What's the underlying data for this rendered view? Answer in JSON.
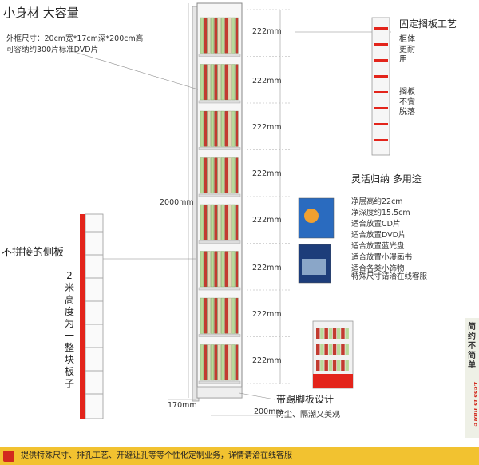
{
  "intro": {
    "headline": "小身材 大容量",
    "spec_line1": "外框尺寸：20cm宽*17cm深*200cm高",
    "spec_line2": "可容纳约300片标准DVD片"
  },
  "dimensions": {
    "shelf_gap": "222mm",
    "total_height": "2000mm",
    "depth": "170mm",
    "width": "200mm"
  },
  "fixed_shelf": {
    "title": "固定搁板工艺",
    "note_part1": "柜体更耐用",
    "note_part2": "搁板不宜脱落"
  },
  "storage": {
    "title": "灵活归纳 多用途",
    "items": [
      "净层高约22cm",
      "净深度约15.5cm",
      "适合放置CD片",
      "适合放置DVD片",
      "适合放置蓝光盘",
      "适合放置小漫画书",
      "适合各类小饰物"
    ],
    "special_note": "特殊尺寸请洽在线客服"
  },
  "side_panel": {
    "title": "不拼接的侧板",
    "vertical_note": "2米高度为一整块板子"
  },
  "baseboard": {
    "title": "带踢脚板设计",
    "subtitle": "防尘、隔潮又美观"
  },
  "banner": {
    "text": "简约不简单",
    "script": "Less is more"
  },
  "footer": {
    "text": "提供特殊尺寸、排孔工艺、开避让孔等等个性化定制业务，详情请洽在线客服"
  },
  "colors": {
    "accent_red": "#e3241b",
    "book_green": "#b9d99a",
    "footer_yellow": "#f2c230"
  }
}
